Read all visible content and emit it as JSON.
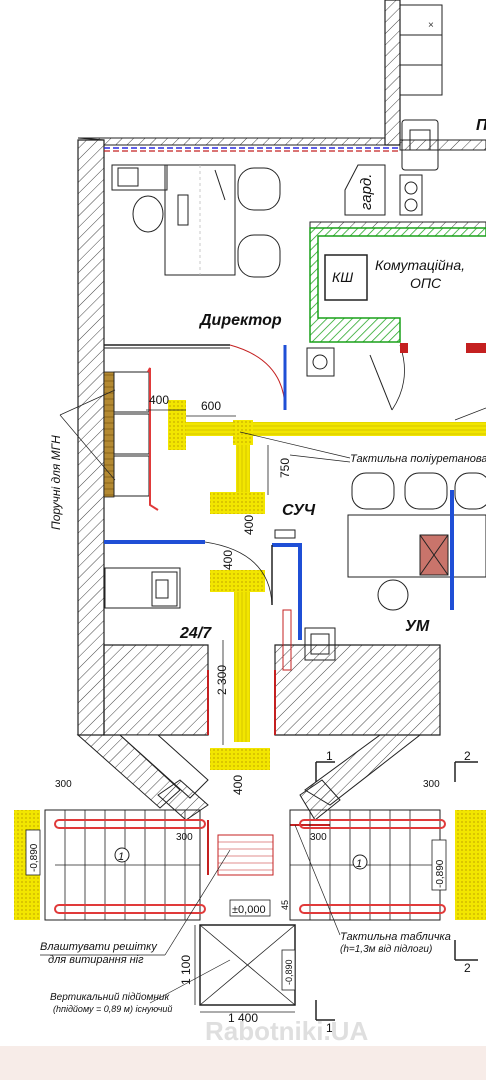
{
  "rooms": {
    "director": "Директор",
    "commutation_line1": "Комутаційна,",
    "commutation_line2": "ОПС",
    "wardrobe": "гард.",
    "room_suh": "СУЧ",
    "room_247": "24/7",
    "room_um": "УМ",
    "cabinet_ksh": "КШ",
    "partial_right_top": "П"
  },
  "annotations": {
    "handrails_mgn": "Поручні для МГН",
    "tactile_polyurethane": "Тактильна поліуретанова",
    "tactile_plate_line1": "Тактильна табличка",
    "tactile_plate_line2": "(h=1,3м від підлоги)",
    "foot_grate_line1": "Влаштувати решітку",
    "foot_grate_line2": "для витирання ніг",
    "lift_line1": "Вертикальний підйомник",
    "lift_line2": "(hпідйому = 0,89 м) існуючий"
  },
  "dimensions": {
    "d400_a": "400",
    "d600": "600",
    "d750": "750",
    "d400_b": "400",
    "d400_c": "400",
    "d2300": "2 300",
    "d400_d": "400",
    "d300_a": "300",
    "d300_b": "300",
    "d300_c": "300",
    "d300_d": "300",
    "d45": "45",
    "d1100": "1 100",
    "d1400": "1 400"
  },
  "levels": {
    "left": "-0,890",
    "zero": "±0,000",
    "lift": "-0,890",
    "right": "-0,890"
  },
  "markers": {
    "stair_left": "1",
    "stair_right": "1",
    "section_top_1": "1",
    "section_top_2": "2",
    "section_bottom_2": "2",
    "section_bottom_1": "1"
  },
  "watermark": "Rabotniki.UA",
  "colors": {
    "tactile": "#f2e600",
    "rail": "#e03a3a",
    "blue_wall": "#1f4fd6",
    "green_wall": "#18a018",
    "hatch": "#333333",
    "wood": "#a07d2c"
  }
}
